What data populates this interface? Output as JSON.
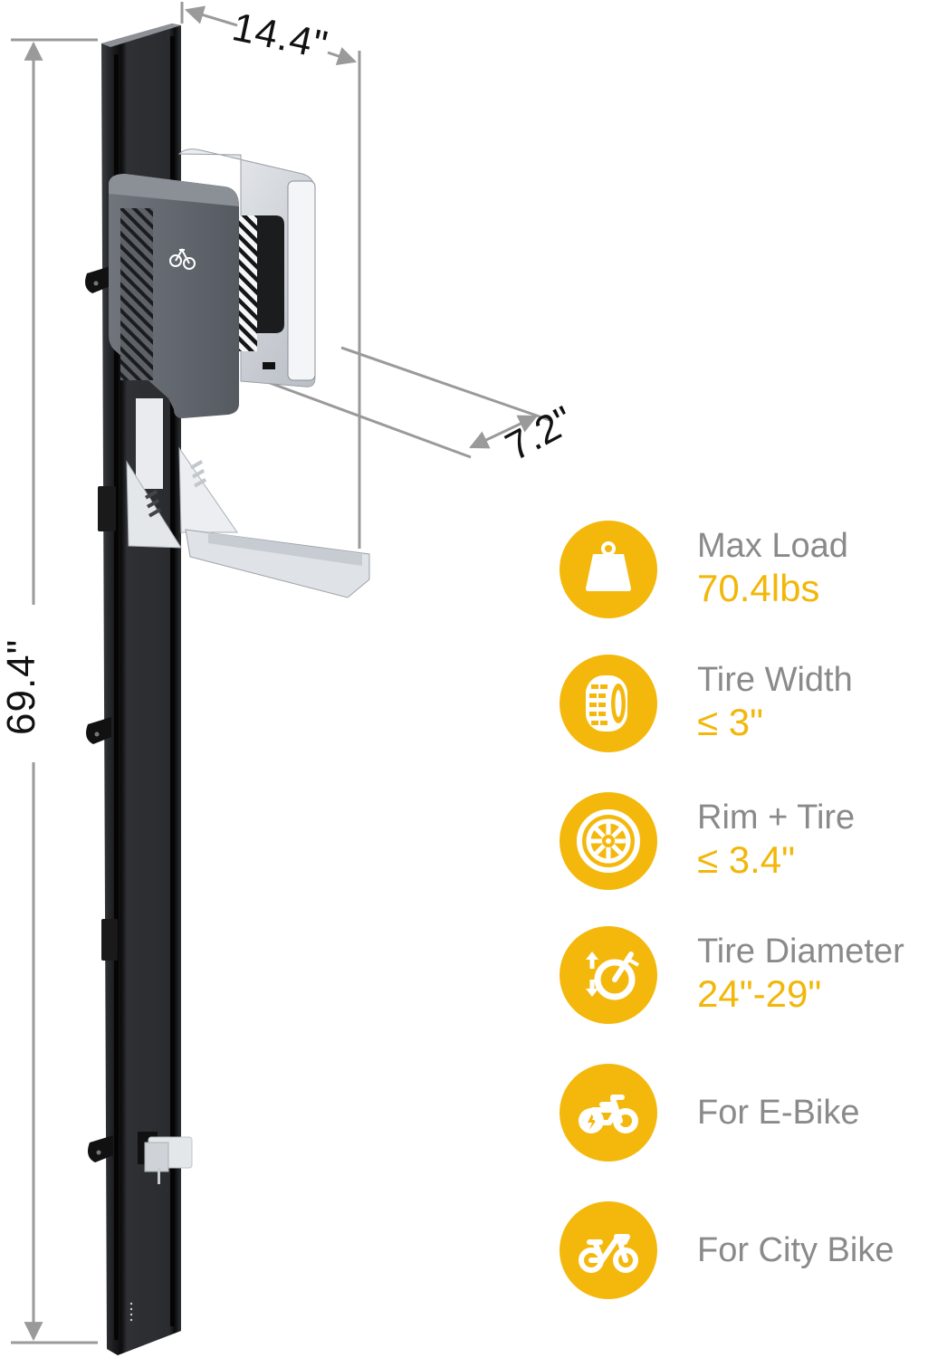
{
  "diagram": {
    "subject": "Wall-mounted vertical bike storage rack",
    "dimensions": {
      "width": "14.4\"",
      "depth": "7.2\"",
      "height": "69.4\""
    }
  },
  "specs": [
    {
      "icon": "weight-icon",
      "label": "Max Load",
      "value": "70.4lbs"
    },
    {
      "icon": "tire-icon",
      "label": "Tire Width",
      "value": "≤ 3\""
    },
    {
      "icon": "wheel-rim-icon",
      "label": "Rim + Tire",
      "value": "≤ 3.4\""
    },
    {
      "icon": "tire-diameter-icon",
      "label": "Tire Diameter",
      "value": "24\"-29\""
    },
    {
      "icon": "e-bike-icon",
      "label": "For E-Bike",
      "value": null
    },
    {
      "icon": "city-bike-icon",
      "label": "For City Bike",
      "value": null
    }
  ],
  "colors": {
    "accent": "#f4b80c",
    "accent_text": "#f2b70a",
    "label_text": "#8a8a8a",
    "dimension_lines": "#9a9a9a",
    "rack_body": "#2b2d30",
    "holder_gray": "#5f646b",
    "metal_silver": "#d9dde2"
  }
}
